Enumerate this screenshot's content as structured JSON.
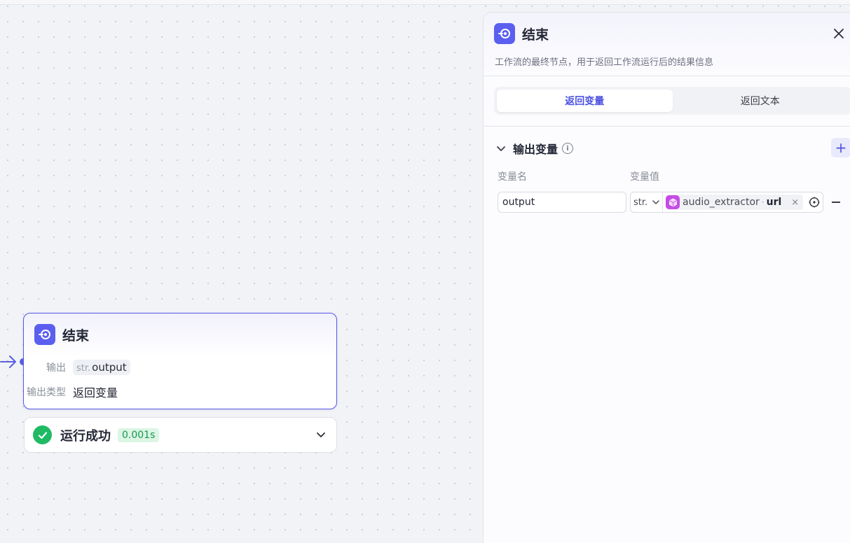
{
  "node": {
    "title": "结束",
    "output_label": "输出",
    "output_type_tag": "str.",
    "output_var": "output",
    "output_type_label": "输出类型",
    "output_type_value": "返回变量"
  },
  "run": {
    "status": "运行成功",
    "time": "0.001s"
  },
  "panel": {
    "title": "结束",
    "description": "工作流的最终节点，用于返回工作流运行后的结果信息",
    "tabs": [
      {
        "label": "返回变量",
        "active": true
      },
      {
        "label": "返回文本",
        "active": false
      }
    ],
    "section_title": "输出变量",
    "add_label": "+",
    "col_name": "变量名",
    "col_value": "变量值",
    "row": {
      "name": "output",
      "type": "str.",
      "ref_node": "audio_extractor",
      "ref_sep": "·",
      "ref_var": "url",
      "remove_chip": "×"
    }
  },
  "colors": {
    "accent": "#5b5ff0",
    "success": "#1fba63",
    "ref_icon": "#c64be6"
  }
}
